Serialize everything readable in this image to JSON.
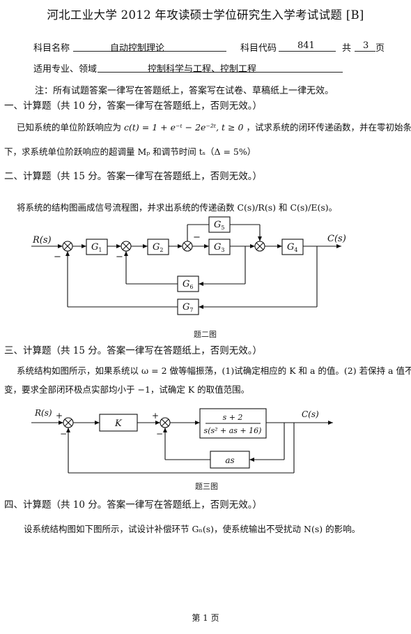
{
  "title": "河北工业大学 2012 年攻读硕士学位研究生入学考试试题 [B]",
  "meta": {
    "subject_name_label": "科目名称",
    "subject_name_value": "自动控制理论",
    "subject_code_label": "科目代码",
    "subject_code_value": "841",
    "pages_label_pre": "共",
    "pages_value": "3",
    "pages_label_post": "页",
    "major_label": "适用专业、领域",
    "major_value": "控制科学与工程、控制工程"
  },
  "note": "注：所有试题答案一律写在答题纸上，答案写在试卷、草稿纸上一律无效。",
  "q1": {
    "heading": "一、计算题（共 10 分，答案一律写在答题纸上，否则无效。）",
    "line1_pre": "已知系统的单位阶跃响应为",
    "formula": "c(t) = 1 + e⁻ᵗ − 2e⁻²ᵗ,  t ≥ 0",
    "line1_post": "，试求系统的闭环传递函数，并在零初始条件",
    "line2": "下，求系统单位阶跃响应的超调量 Mₚ 和调节时间 tₛ（Δ = 5%）"
  },
  "q2": {
    "heading": "二、计算题（共 15 分。答案一律写在答题纸上，否则无效。）",
    "body": "将系统的结构图画成信号流程图，并求出系统的传递函数 C(s)/R(s) 和 C(s)/E(s)。",
    "caption": "题二图",
    "diagram": {
      "input": "R(s)",
      "output": "C(s)",
      "blocks": [
        "G",
        "G",
        "G",
        "G",
        "G",
        "G",
        "G"
      ],
      "subs": [
        "1",
        "2",
        "3",
        "4",
        "5",
        "6",
        "7"
      ],
      "minus": "−"
    }
  },
  "q3": {
    "heading": "三、计算题（共 15 分。答案一律写在答题纸上，否则无效。）",
    "line1": "系统结构如图所示，如果系统以 ω = 2 做等幅振荡，(1)试确定相应的 K 和 a 的值。(2) 若保持 a 值不",
    "line2": "变，要求全部闭环极点实部均小于 −1，试确定 K 的取值范围。",
    "caption": "题三图",
    "diagram": {
      "input": "R(s)",
      "output": "C(s)",
      "gain": "K",
      "num": "s + 2",
      "den": "s(s² + as + 16)",
      "feedback": "as",
      "plus": "+",
      "minus": "−"
    }
  },
  "q4": {
    "heading": "四、计算题（共 10 分。答案一律写在答题纸上，否则无效。）",
    "body": "设系统结构图如下图所示，试设计补偿环节 Gₙ(s)，使系统输出不受扰动 N(s) 的影响。"
  },
  "footer": "第 1 页"
}
